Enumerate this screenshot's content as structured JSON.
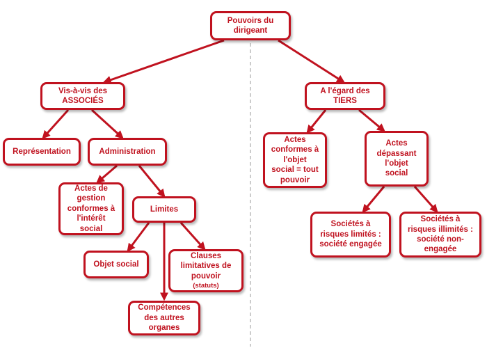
{
  "colors": {
    "accent": "#c0121f",
    "divider": "#bbbbbb"
  },
  "nodes": {
    "root": "Pouvoirs du\ndirigeant",
    "associes": "Vis-à-vis des\nASSOCIÉS",
    "tiers": "A l'égard des\nTIERS",
    "representation": "Représentation",
    "administration": "Administration",
    "actes_gestion": "Actes de\ngestion\nconformes à\nl'intérêt\nsocial",
    "limites": "Limites",
    "objet_social": "Objet social",
    "clauses": "Clauses\nlimitatives de\npouvoir",
    "clauses_sub": "(statuts)",
    "competences": "Compétences\ndes autres\norganes",
    "actes_conformes": "Actes\nconformes à\nl'objet\nsocial = tout\npouvoir",
    "actes_depassant": "Actes\ndépassant\nl'objet\nsocial",
    "risques_limites": "Sociétés à\nrisques limités :\nsociété engagée",
    "risques_illimites": "Sociétés à\nrisques illimités :\nsociété non-\nengagée"
  }
}
